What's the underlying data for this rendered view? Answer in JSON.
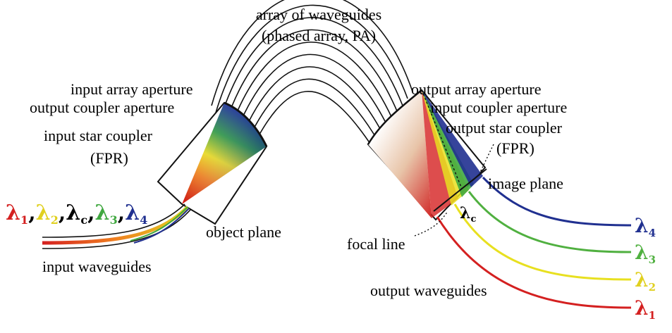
{
  "labels": {
    "array_title_1": "array of waveguides",
    "array_title_2": "(phased array, PA)",
    "input_array_aperture": "input array aperture",
    "output_coupler_aperture": "output coupler aperture",
    "input_star_coupler": "input star coupler",
    "fpr_left": "(FPR)",
    "object_plane": "object plane",
    "input_waveguides": "input waveguides",
    "output_array_aperture": "output array aperture",
    "input_coupler_aperture": "input coupler aperture",
    "output_star_coupler": "output star coupler",
    "fpr_right": "(FPR)",
    "image_plane": "image plane",
    "focal_line": "focal line",
    "output_waveguides": "output waveguides"
  },
  "wavelengths": {
    "symbol": "λ",
    "input_list": [
      {
        "sub": "1",
        "color": "#d42020"
      },
      {
        "sub": "2",
        "color": "#e0e020"
      },
      {
        "sub": "c",
        "color": "#000000"
      },
      {
        "sub": "3",
        "color": "#40a840"
      },
      {
        "sub": "4",
        "color": "#203090"
      }
    ],
    "center_sub": "c",
    "outputs": [
      {
        "sub": "4",
        "color": "#203090"
      },
      {
        "sub": "3",
        "color": "#50b040"
      },
      {
        "sub": "2",
        "color": "#e8e020"
      },
      {
        "sub": "1",
        "color": "#d42020"
      }
    ]
  }
}
